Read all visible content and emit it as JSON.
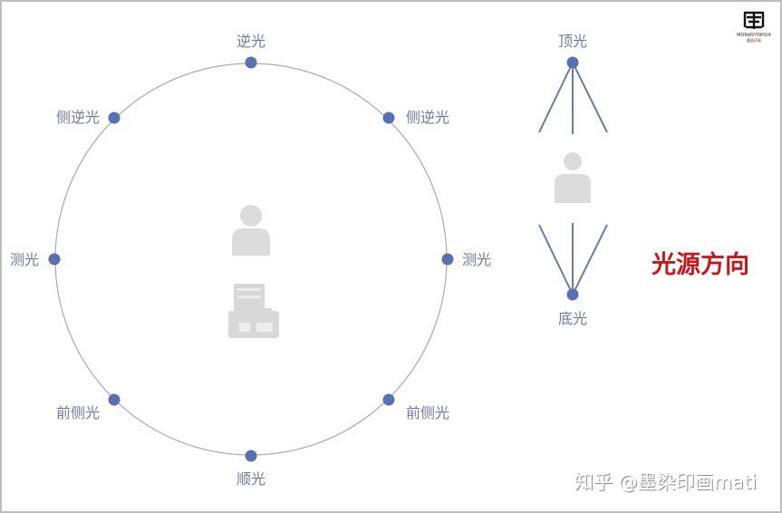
{
  "colors": {
    "dot": "#5b6fb3",
    "circle": "#a7a9b7",
    "line": "#6b7aa8",
    "label": "#6f7b95",
    "silhouette": "#dcdcdc",
    "title": "#c8161d"
  },
  "circle_diagram": {
    "lights": [
      {
        "id": "top",
        "label": "逆光"
      },
      {
        "id": "top-right",
        "label": "侧逆光"
      },
      {
        "id": "right",
        "label": "测光"
      },
      {
        "id": "bottom-right",
        "label": "前侧光"
      },
      {
        "id": "bottom",
        "label": "顺光"
      },
      {
        "id": "bottom-left",
        "label": "前侧光"
      },
      {
        "id": "left",
        "label": "测光"
      },
      {
        "id": "top-left",
        "label": "侧逆光"
      }
    ]
  },
  "vertical_diagram": {
    "top_label": "顶光",
    "bottom_label": "底光"
  },
  "title": "光源方向",
  "watermark": "知乎 @墨染印画mati",
  "logo": {
    "icon": "calligraphy-seal-logo",
    "text": "MORANYINHUA",
    "subtext": "墨染印画"
  },
  "icons": {
    "person": "person-icon",
    "camera": "camera-icon"
  }
}
